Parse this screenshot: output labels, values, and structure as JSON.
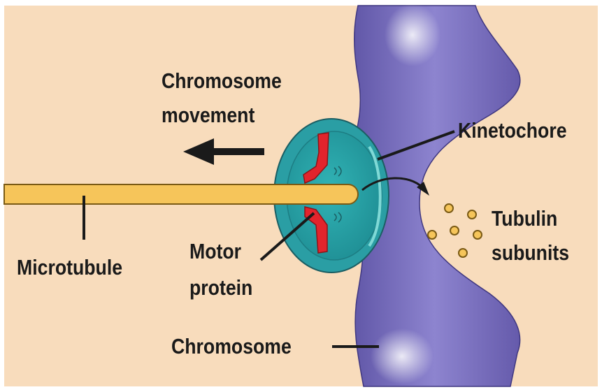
{
  "labels": {
    "chromosome_movement": [
      "Chromosome",
      "movement"
    ],
    "kinetochore": "Kinetochore",
    "tubulin_subunits": [
      "Tubulin",
      "subunits"
    ],
    "microtubule": "Microtubule",
    "motor_protein": [
      "Motor",
      "protein"
    ],
    "chromosome": "Chromosome"
  },
  "colors": {
    "background": "#f8dcbc",
    "chromosome": "#7a6fbc",
    "kinetochore": "#2fa9ad",
    "microtubule": "#f6c55a",
    "motor_protein": "#e2242c",
    "tubulin": "#f6c55a",
    "text": "#1a1a1a"
  }
}
